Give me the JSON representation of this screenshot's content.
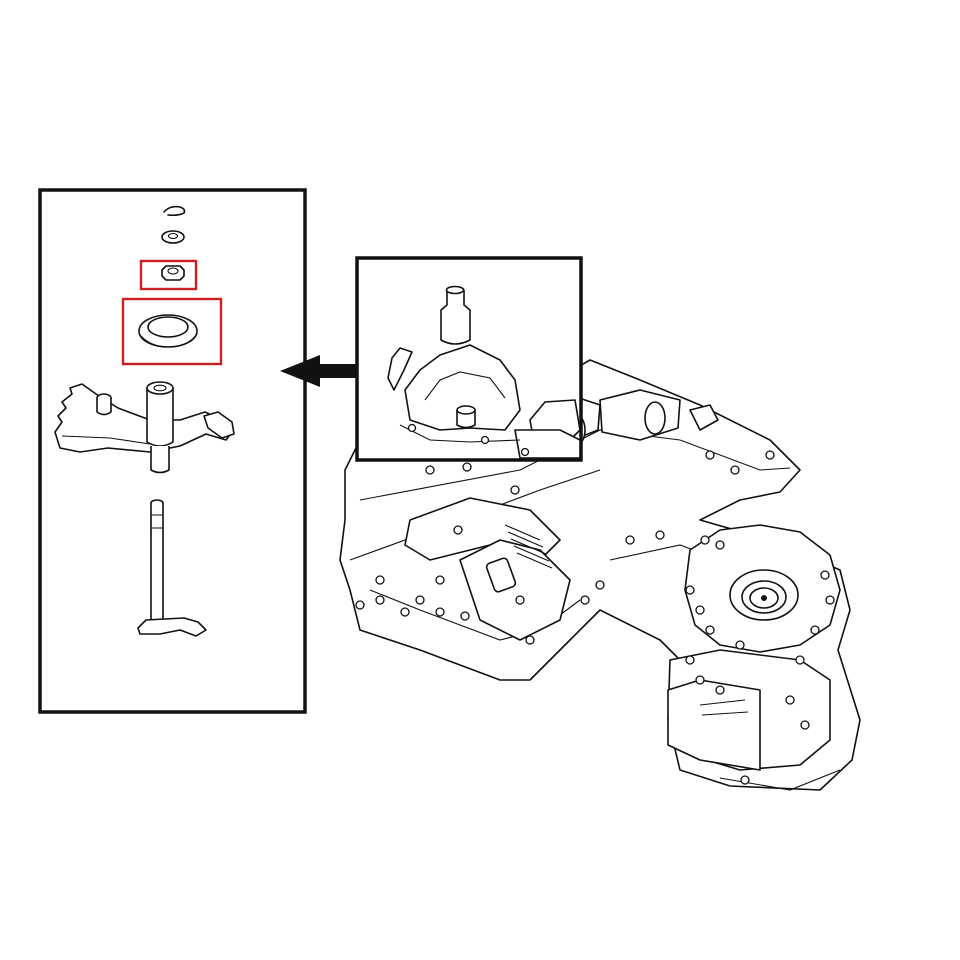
{
  "figure": {
    "detail_panel": {
      "parts": [
        {
          "name": "retaining-clip",
          "highlighted": false
        },
        {
          "name": "washer",
          "highlighted": false
        },
        {
          "name": "nut",
          "highlighted": true
        },
        {
          "name": "seal-ring",
          "highlighted": true
        },
        {
          "name": "detent-lever-with-bushing",
          "highlighted": false
        },
        {
          "name": "manual-valve-shaft",
          "highlighted": false
        }
      ]
    },
    "callout": {
      "arrow_direction": "left"
    },
    "assembly": {
      "name": "transmission-valve-body"
    },
    "colors": {
      "line": "#111111",
      "frame": "#111111",
      "highlight": "#cc1f1f",
      "background": "#ffffff"
    }
  }
}
